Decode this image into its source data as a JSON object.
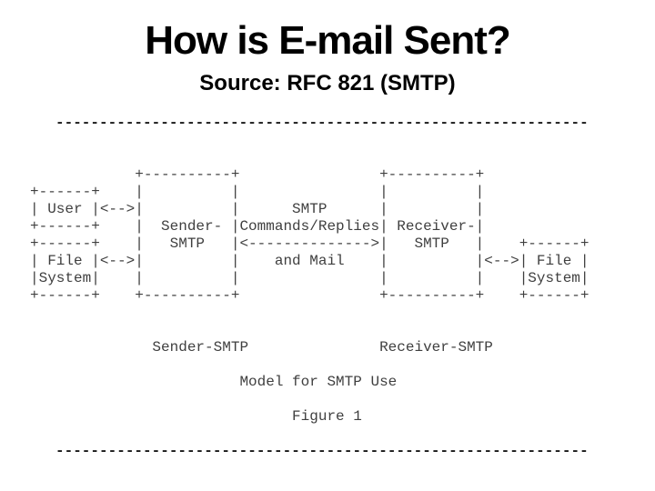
{
  "slide": {
    "title": "How is E-mail Sent?",
    "subtitle": "Source: RFC 821 (SMTP)"
  },
  "divider": {
    "dashes": "-------------------------------------------------------------"
  },
  "diagram": {
    "lines": [
      "            +----------+                +----------+",
      "+------+    |          |                |          |",
      "| User |<-->|          |      SMTP      |          |",
      "+------+    |  Sender- |Commands/Replies| Receiver-|",
      "+------+    |   SMTP   |<-------------->|   SMTP   |    +------+",
      "| File |<-->|          |    and Mail    |          |<-->| File |",
      "|System|    |          |                |          |    |System|",
      "+------+    +----------+                +----------+    +------+",
      "",
      "",
      "              Sender-SMTP               Receiver-SMTP",
      "",
      "                        Model for SMTP Use",
      "",
      "                              Figure 1"
    ]
  },
  "colors": {
    "background": "#ffffff",
    "title_text": "#000000",
    "diagram_text": "#3f3f3f",
    "divider_text": "#161616"
  }
}
